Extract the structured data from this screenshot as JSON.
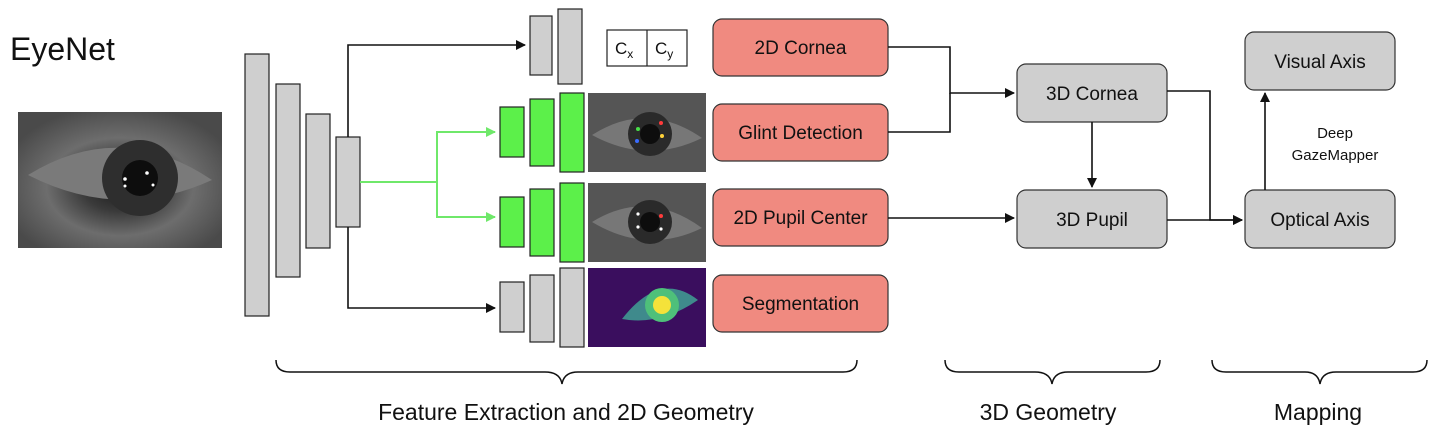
{
  "title": "EyeNet",
  "heads": {
    "cx_sub": "x",
    "cy_sub": "y",
    "c_letter": "C"
  },
  "outputs": {
    "cornea_2d": "2D Cornea",
    "glint": "Glint Detection",
    "pupil_2d": "2D Pupil Center",
    "segmentation": "Segmentation"
  },
  "geometry_3d": {
    "cornea": "3D Cornea",
    "pupil": "3D Pupil"
  },
  "mapping": {
    "visual_axis": "Visual Axis",
    "optical_axis": "Optical Axis",
    "mapper_line1": "Deep",
    "mapper_line2": "GazeMapper"
  },
  "stages": {
    "feature": "Feature Extraction and 2D Geometry",
    "geometry": "3D Geometry",
    "mapping": "Mapping"
  },
  "colors": {
    "red_box": "#f08a80",
    "gray_box": "#cfcfcf",
    "green_layer": "#5cf04a",
    "green_arrow": "#6fe86a",
    "seg_bg": "#3a0e5e",
    "seg_eye": "#3f8a8c",
    "seg_iris": "#4ec07a",
    "seg_pupil": "#f4e23a"
  }
}
